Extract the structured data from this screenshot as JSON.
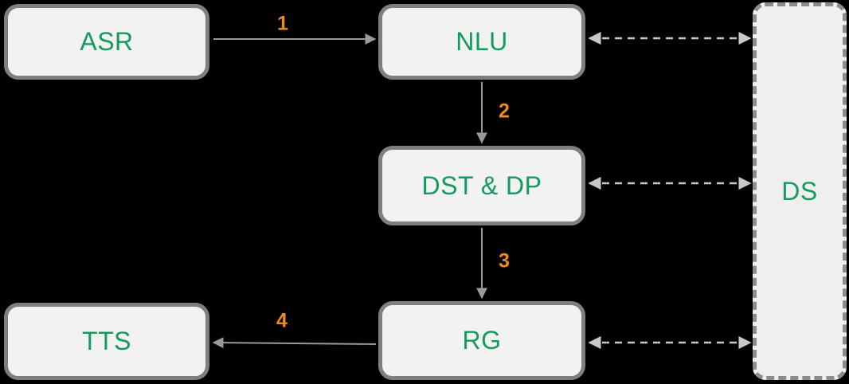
{
  "diagram": {
    "nodes": [
      {
        "id": "asr",
        "label": "ASR"
      },
      {
        "id": "nlu",
        "label": "NLU"
      },
      {
        "id": "dst-dp",
        "label": "DST & DP"
      },
      {
        "id": "rg",
        "label": "RG"
      },
      {
        "id": "tts",
        "label": "TTS"
      },
      {
        "id": "ds",
        "label": "DS"
      }
    ],
    "edges": [
      {
        "from": "ASR",
        "to": "NLU",
        "label": "1",
        "style": "solid"
      },
      {
        "from": "NLU",
        "to": "DST & DP",
        "label": "2",
        "style": "solid"
      },
      {
        "from": "DST & DP",
        "to": "RG",
        "label": "3",
        "style": "solid"
      },
      {
        "from": "RG",
        "to": "TTS",
        "label": "4",
        "style": "solid"
      },
      {
        "from": "NLU",
        "to": "DS",
        "label": "",
        "style": "dashed-bidirectional"
      },
      {
        "from": "DST & DP",
        "to": "DS",
        "label": "",
        "style": "dashed-bidirectional"
      },
      {
        "from": "RG",
        "to": "DS",
        "label": "",
        "style": "dashed-bidirectional"
      }
    ],
    "colors": {
      "background": "#000000",
      "node_fill": "#f2f2f2",
      "node_border": "#7f7f7f",
      "node_text": "#149a5e",
      "dashed_node_border": "#8c8c8c",
      "edge_solid": "#9a9a9a",
      "edge_dashed": "#c8c8c8",
      "edge_label": "#f08a1e"
    }
  }
}
